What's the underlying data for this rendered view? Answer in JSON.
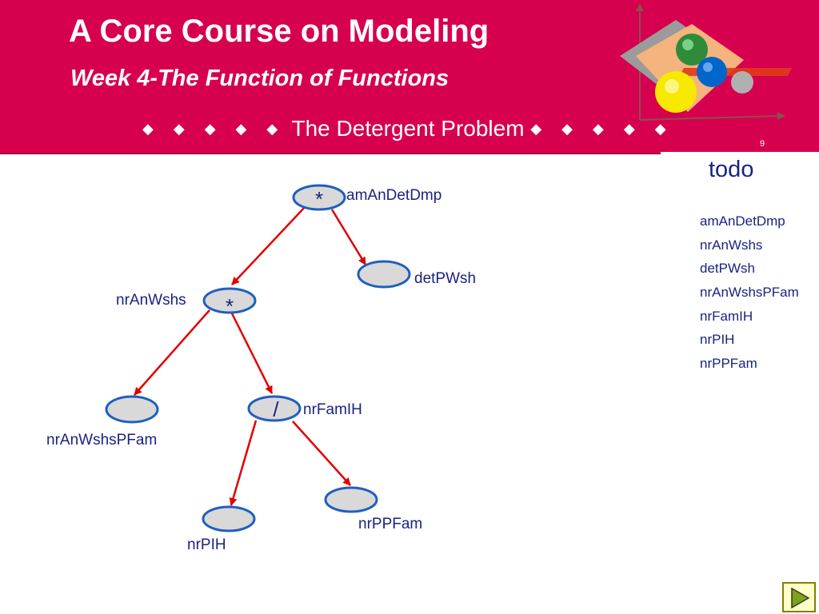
{
  "slide": {
    "title": "A Core Course on Modeling",
    "subtitle": "Week 4-The Function of Functions",
    "section_title": "The Detergent Problem",
    "section_ornament": "◆ ◆ ◆ ◆ ◆",
    "page_number": "9"
  },
  "colors": {
    "header_bg": "#d6004f",
    "text_dark": "#1a237e",
    "node_fill": "#d9d9d9",
    "node_stroke": "#1f5fbf",
    "arrow": "#e00000"
  },
  "todo": {
    "title": "todo",
    "items": [
      "amAnDetDmp",
      "nrAnWshs",
      "detPWsh",
      "nrAnWshsPFam",
      "nrFamIH",
      "nrPIH",
      "nrPPFam"
    ]
  },
  "tree": {
    "nodes": [
      {
        "id": "root",
        "operator": "*",
        "label": "amAnDetDmp"
      },
      {
        "id": "detPWsh",
        "operator": "",
        "label": "detPWsh"
      },
      {
        "id": "mult2",
        "operator": "*",
        "label": "nrAnWshs"
      },
      {
        "id": "nrAnWshsPFam",
        "operator": "",
        "label": "nrAnWshsPFam"
      },
      {
        "id": "div",
        "operator": "/",
        "label": "nrFamIH"
      },
      {
        "id": "nrPIH",
        "operator": "",
        "label": "nrPIH"
      },
      {
        "id": "nrPPFam",
        "operator": "",
        "label": "nrPPFam"
      }
    ],
    "edges": [
      {
        "from": "root",
        "to": "mult2"
      },
      {
        "from": "root",
        "to": "detPWsh"
      },
      {
        "from": "mult2",
        "to": "nrAnWshsPFam"
      },
      {
        "from": "mult2",
        "to": "div"
      },
      {
        "from": "div",
        "to": "nrPIH"
      },
      {
        "from": "div",
        "to": "nrPPFam"
      }
    ]
  },
  "nav": {
    "next_icon": "play-triangle-icon"
  }
}
